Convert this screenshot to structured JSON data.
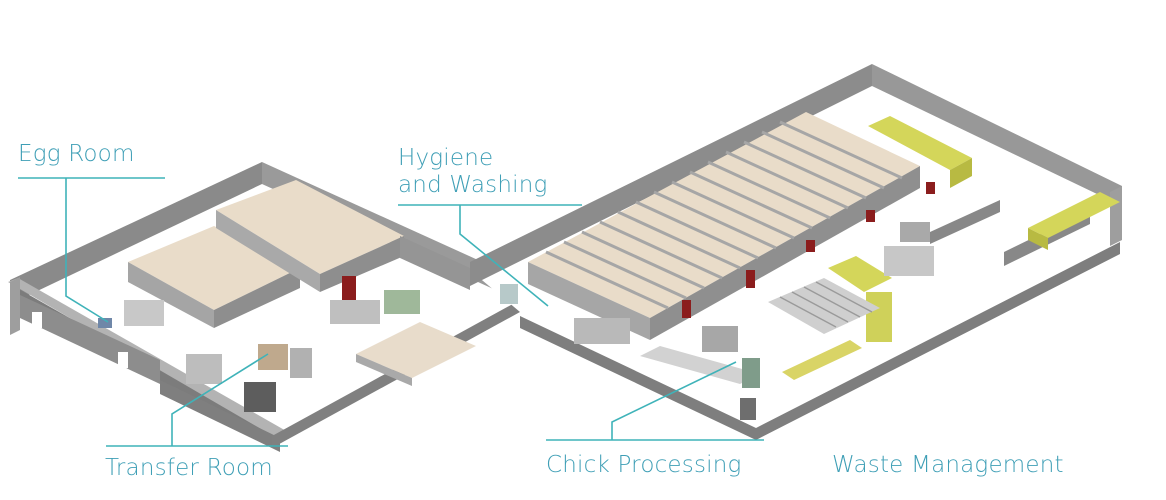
{
  "labels": {
    "egg_room": "Egg Room",
    "hygiene_line1": "Hygiene",
    "hygiene_line2": "and Washing",
    "transfer_room": "Transfer Room",
    "chick_processing": "Chick Processing",
    "waste_management": "Waste Management"
  },
  "colors": {
    "label": "#3f9fb6",
    "leader": "#3fb3b9",
    "wall_top": "#9c9c9c",
    "wall_side": "#7d7d7d",
    "floor": "#ffffff",
    "roof": "#e9dcc9",
    "roof_side": "#a7a7a7",
    "door": "#8b1d1d",
    "equipment_yellow": "#d4d65a"
  }
}
